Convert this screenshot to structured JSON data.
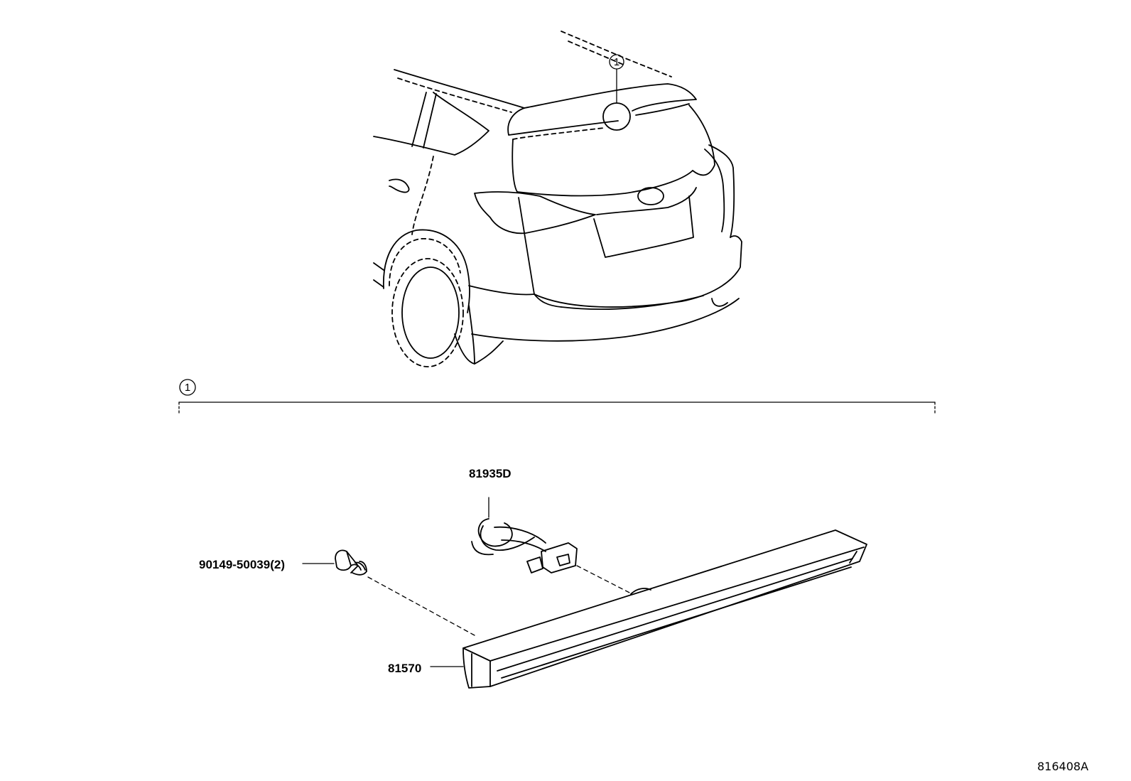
{
  "callout": {
    "number": "1"
  },
  "parts": [
    {
      "id": "part-screw",
      "label": "90149-50039(2)"
    },
    {
      "id": "part-wire",
      "label": "81935D"
    },
    {
      "id": "part-lamp",
      "label": "81570"
    }
  ],
  "drawing_ref": "816408A"
}
